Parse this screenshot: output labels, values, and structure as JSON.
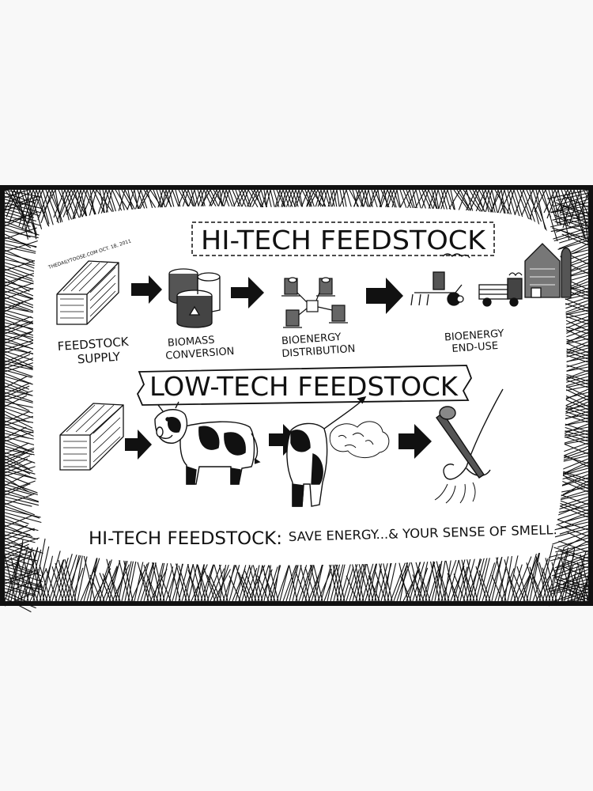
{
  "cartoon": {
    "signature": "THEDAILYTOOSE.COM OCT. 18, 2011",
    "hi_title": "HI-TECH FEEDSTOCK",
    "low_title": "LOW-TECH FEEDSTOCK",
    "steps": [
      {
        "line1": "FEEDSTOCK",
        "line2": "SUPPLY"
      },
      {
        "line1": "BIOMASS",
        "line2": "CONVERSION"
      },
      {
        "line1": "BIOENERGY",
        "line2": "DISTRIBUTION"
      },
      {
        "line1": "BIOENERGY",
        "line2": "END-USE"
      }
    ],
    "caption_bold": "HI-TECH FEEDSTOCK:",
    "caption_rest": "SAVE ENERGY...& YOUR SENSE OF SMELL."
  },
  "colors": {
    "ink": "#111111",
    "paper": "#ffffff",
    "background": "#f8f8f8"
  }
}
